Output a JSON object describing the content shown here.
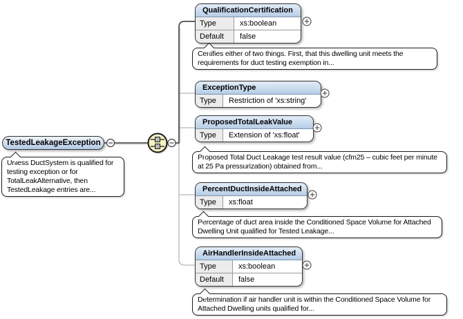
{
  "root_element": {
    "label": "TestedLeakageException",
    "annotation": "Unless DuctSystem is qualified for testing exception or for TotalLeakAlternative, then TestedLeakage entries are..."
  },
  "compositor": {
    "kind": "sequence"
  },
  "icons": {
    "collapse_glyph": "−",
    "expand_glyph": "+"
  },
  "colors": {
    "header_gradient_top": "#e3edf8",
    "header_gradient_bottom": "#b6cde7",
    "compositor_fill": "#f6f2c4",
    "label_cell_bg": "#ececec",
    "connector_dark": "#4d4d4d",
    "connector_light": "#b6b6b6"
  },
  "children": [
    {
      "name": "QualificationCertification",
      "rows": [
        {
          "label": "Type",
          "value": "xs:boolean"
        },
        {
          "label": "Default",
          "value": "false"
        }
      ],
      "annotation": "Certifies either of two things. First, that this dwelling unit meets the requirements for duct testing exemption in..."
    },
    {
      "name": "ExceptionType",
      "rows": [
        {
          "label": "Type",
          "value": "Restriction of 'xs:string'"
        }
      ]
    },
    {
      "name": "ProposedTotalLeakValue",
      "rows": [
        {
          "label": "Type",
          "value": "Extension of 'xs:float'"
        }
      ],
      "annotation": "Proposed Total Duct Leakage test result value (cfm25 – cubic feet per minute at 25 Pa pressurization) obtained from..."
    },
    {
      "name": "PercentDuctInsideAttached",
      "rows": [
        {
          "label": "Type",
          "value": "xs:float"
        }
      ],
      "annotation": "Percentage of duct area inside the Conditioned Space Volume for Attached Dwelling Unit qualified for Tested Leakage..."
    },
    {
      "name": "AirHandlerInsideAttached",
      "rows": [
        {
          "label": "Type",
          "value": "xs:boolean"
        },
        {
          "label": "Default",
          "value": "false"
        }
      ],
      "annotation": "Determination if air handler unit is within the Conditioned Space Volume for Attached Dwelling units qualified for..."
    }
  ]
}
